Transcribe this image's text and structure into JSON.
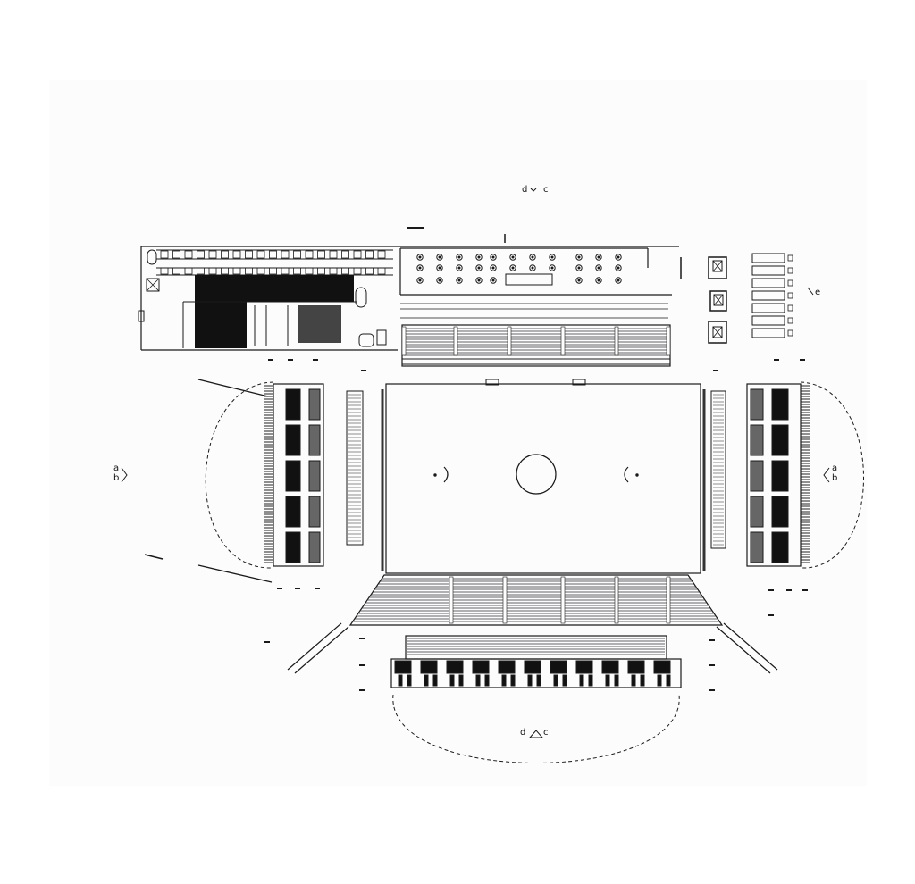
{
  "colors": {
    "ink": "#1a1a1a",
    "fill_dark": "#111111",
    "fill_grey": "#777777",
    "paper": "#ffffff"
  },
  "section_markers": {
    "top": {
      "left": "d",
      "right": "c"
    },
    "bottom": {
      "left": "d",
      "right": "c"
    },
    "left": {
      "upper": "a",
      "lower": "b"
    },
    "right": {
      "upper": "a",
      "lower": "b"
    },
    "east": {
      "label": "e"
    }
  }
}
